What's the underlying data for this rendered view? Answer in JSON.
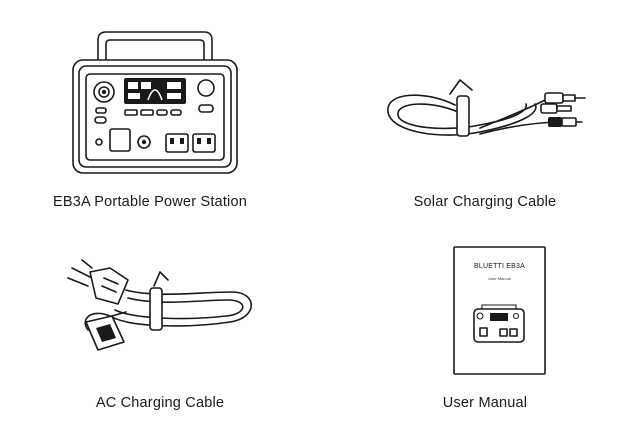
{
  "items": [
    {
      "label": "EB3A Portable Power Station",
      "icon": "power-station-icon"
    },
    {
      "label": "Solar Charging Cable",
      "icon": "solar-cable-icon"
    },
    {
      "label": "AC Charging Cable",
      "icon": "ac-cable-icon"
    },
    {
      "label": "User Manual",
      "icon": "user-manual-icon"
    }
  ],
  "manual": {
    "brand": "BLUETTI EB3A",
    "subtitle": "User Manual"
  }
}
